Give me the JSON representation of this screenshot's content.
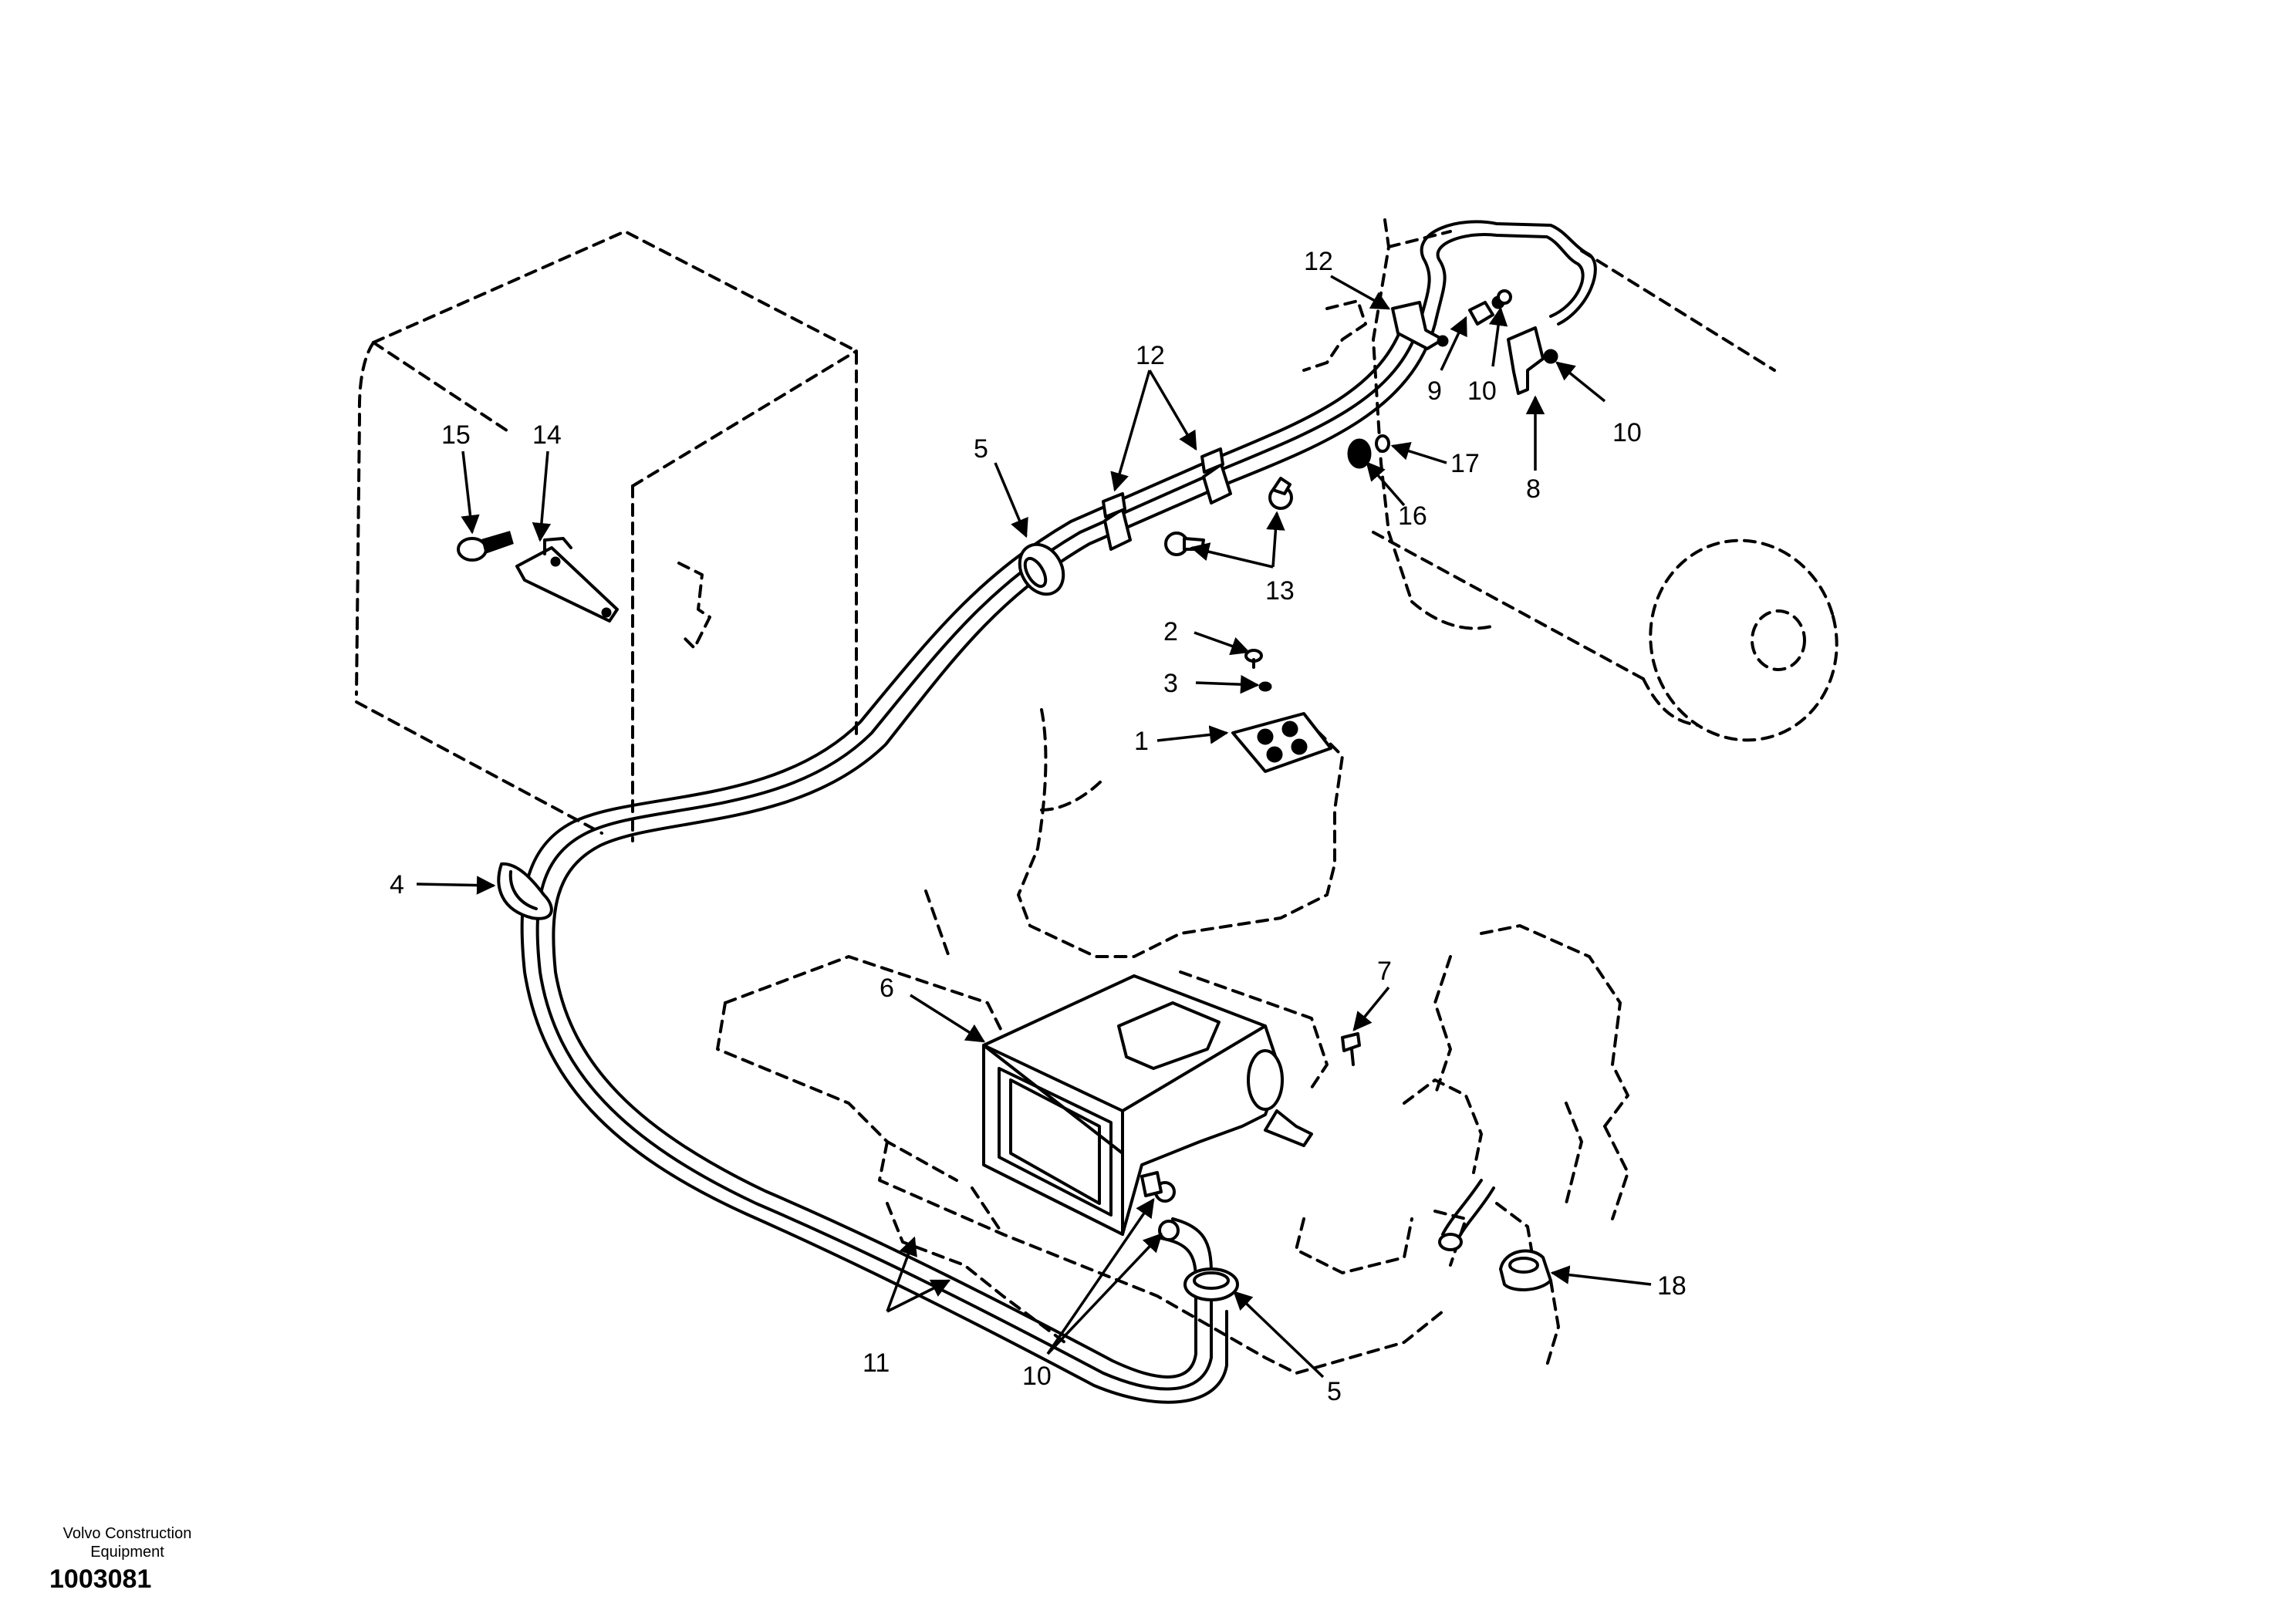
{
  "footer": {
    "company_line1": "Volvo Construction",
    "company_line2": "Equipment",
    "drawing_number": "1003081"
  },
  "callouts": {
    "c1": "1",
    "c2": "2",
    "c3": "3",
    "c4": "4",
    "c5a": "5",
    "c5b": "5",
    "c6": "6",
    "c7": "7",
    "c8": "8",
    "c9": "9",
    "c10a": "10",
    "c10b": "10",
    "c10c": "10",
    "c11": "11",
    "c12a": "12",
    "c12b": "12",
    "c13": "13",
    "c14": "14",
    "c15": "15",
    "c16": "16",
    "c17": "17",
    "c18": "18"
  }
}
